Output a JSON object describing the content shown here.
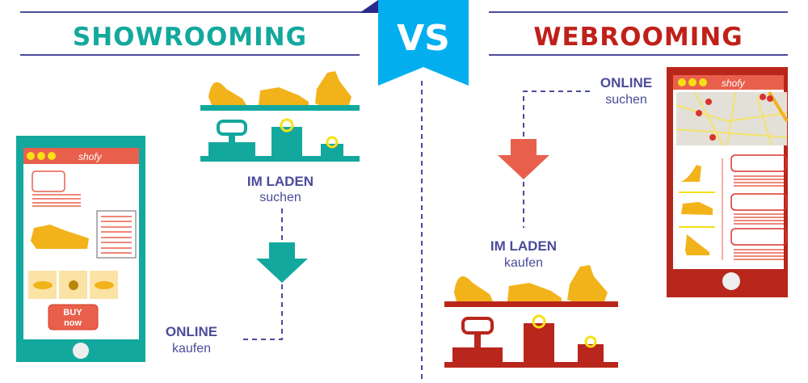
{
  "left_title": "SHOWROOMING",
  "right_title": "WEBROOMING",
  "vs_label": "VS",
  "showrooming": {
    "step1_bold": "IM LADEN",
    "step1_sub": "suchen",
    "step2_bold": "ONLINE",
    "step2_sub": "kaufen",
    "buy_button_line1": "BUY",
    "buy_button_line2": "now"
  },
  "webrooming": {
    "step1_bold": "ONLINE",
    "step1_sub": "suchen",
    "step2_bold": "IM LADEN",
    "step2_sub": "kaufen"
  },
  "app_logo": "shofy",
  "colors": {
    "teal": "#13a89e",
    "red": "#b8261c",
    "blue_ribbon": "#03aeef",
    "navy": "#4b4b9b",
    "yellow": "#f2b31a",
    "coral": "#e8604c"
  }
}
